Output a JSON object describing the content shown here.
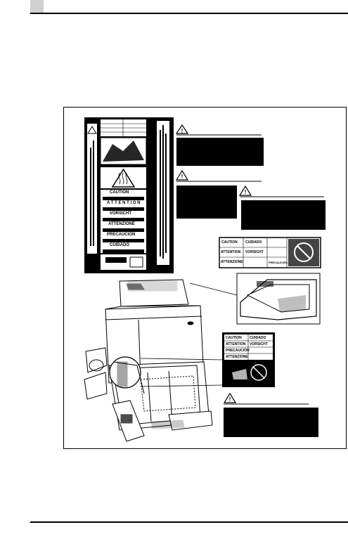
{
  "page": {
    "background": "#ffffff",
    "ink": "#000000",
    "tab_color": "#d0d0d0"
  },
  "big_label": {
    "warnings": [
      "CAUTION",
      "A T T E N T I O N",
      "VORSICHT",
      "ATTENZIONE",
      "PRECAUCIÓN",
      "CUIDADO"
    ]
  },
  "adf_label": {
    "cells": [
      "CAUTION",
      "CUIDADO",
      "ATTENTION",
      "VORSICHT",
      "ATTENZIONE",
      "PRECAUCIÓN"
    ]
  },
  "tray_label": {
    "rows": [
      "CAUTION",
      "CUIDADO",
      "ATTENTION",
      "VORSICHT",
      "PRECAUCIÓN",
      "ATTENZIONE"
    ]
  },
  "icons": [
    "warning-triangle-icon",
    "hot-surface-icon",
    "no-hand-icon"
  ]
}
